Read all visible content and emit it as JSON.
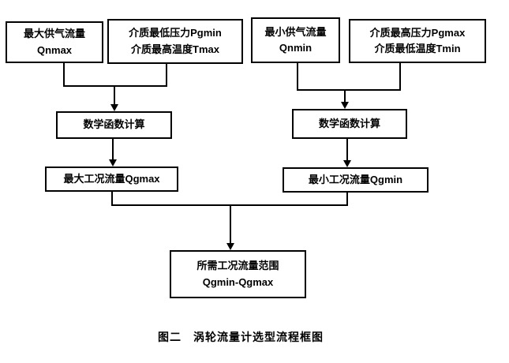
{
  "diagram": {
    "boxes": {
      "qnmax": {
        "line1": "最大供气流量",
        "line2": "Qnmax"
      },
      "pgmin_tmax": {
        "line1": "介质最低压力Pgmin",
        "line2": "介质最高温度Tmax"
      },
      "qnmin": {
        "line1": "最小供气流量",
        "line2": "Qnmin"
      },
      "pgmax_tmin": {
        "line1": "介质最高压力Pgmax",
        "line2": "介质最低温度Tmin"
      },
      "calc_left": {
        "label": "数学函数计算"
      },
      "calc_right": {
        "label": "数学函数计算"
      },
      "qgmax": {
        "label": "最大工况流量Qgmax"
      },
      "qgmin": {
        "label": "最小工况流量Qgmin"
      },
      "result": {
        "line1": "所需工况流量范围",
        "line2": "Qgmin-Qgmax"
      }
    },
    "caption": "图二　涡轮流量计选型流程框图",
    "colors": {
      "ink": "#000000",
      "background": "#ffffff"
    }
  }
}
